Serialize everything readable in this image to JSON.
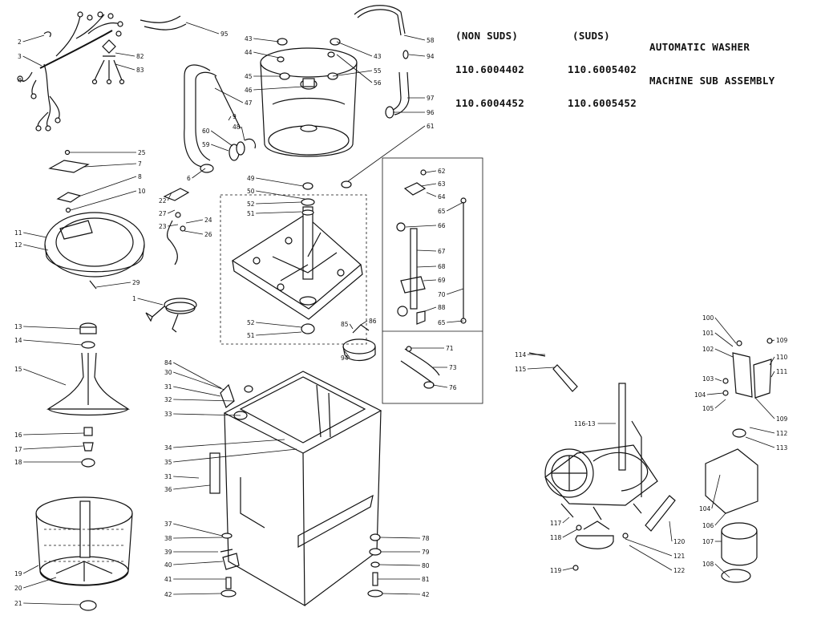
{
  "header": {
    "non_suds_label": "(NON SUDS)",
    "suds_label": "(SUDS)",
    "non_suds_model_1": "110.6004402",
    "non_suds_model_2": "110.6004452",
    "suds_model_1": "110.6005402",
    "suds_model_2": "110.6005452",
    "title_line_1": "AUTOMATIC WASHER",
    "title_line_2": "MACHINE SUB ASSEMBLY"
  },
  "callouts": [
    {
      "id": "c2",
      "label": "2"
    },
    {
      "id": "c3",
      "label": "3"
    },
    {
      "id": "c4",
      "label": "4"
    },
    {
      "id": "c95",
      "label": "95"
    },
    {
      "id": "c82a",
      "label": "82"
    },
    {
      "id": "c83a",
      "label": "83"
    },
    {
      "id": "c43a",
      "label": "43"
    },
    {
      "id": "c44",
      "label": "44"
    },
    {
      "id": "c45",
      "label": "45"
    },
    {
      "id": "c46",
      "label": "46"
    },
    {
      "id": "c47",
      "label": "47"
    },
    {
      "id": "c43b",
      "label": "43"
    },
    {
      "id": "c55",
      "label": "55"
    },
    {
      "id": "c56",
      "label": "56"
    },
    {
      "id": "c58",
      "label": "58"
    },
    {
      "id": "c94a",
      "label": "94"
    },
    {
      "id": "c97",
      "label": "97"
    },
    {
      "id": "c96",
      "label": "96"
    },
    {
      "id": "c61",
      "label": "61"
    },
    {
      "id": "c9",
      "label": "9"
    },
    {
      "id": "c48",
      "label": "48"
    },
    {
      "id": "c60",
      "label": "60"
    },
    {
      "id": "c59",
      "label": "59"
    },
    {
      "id": "c6",
      "label": "6"
    },
    {
      "id": "c25",
      "label": "25"
    },
    {
      "id": "c7",
      "label": "7"
    },
    {
      "id": "c8",
      "label": "8"
    },
    {
      "id": "c10",
      "label": "10"
    },
    {
      "id": "c22",
      "label": "22"
    },
    {
      "id": "c27",
      "label": "27"
    },
    {
      "id": "c23",
      "label": "23"
    },
    {
      "id": "c24",
      "label": "24"
    },
    {
      "id": "c26",
      "label": "26"
    },
    {
      "id": "c11",
      "label": "11"
    },
    {
      "id": "c12",
      "label": "12"
    },
    {
      "id": "c29",
      "label": "29"
    },
    {
      "id": "c1",
      "label": "1"
    },
    {
      "id": "c49",
      "label": "49"
    },
    {
      "id": "c50",
      "label": "50"
    },
    {
      "id": "c52a",
      "label": "52"
    },
    {
      "id": "c51a",
      "label": "51"
    },
    {
      "id": "c52b",
      "label": "52"
    },
    {
      "id": "c51b",
      "label": "51"
    },
    {
      "id": "c85",
      "label": "85"
    },
    {
      "id": "c86",
      "label": "86"
    },
    {
      "id": "c94b",
      "label": "94"
    },
    {
      "id": "c62",
      "label": "62"
    },
    {
      "id": "c63",
      "label": "63"
    },
    {
      "id": "c64",
      "label": "64"
    },
    {
      "id": "c65a",
      "label": "65"
    },
    {
      "id": "c66",
      "label": "66"
    },
    {
      "id": "c67",
      "label": "67"
    },
    {
      "id": "c68",
      "label": "68"
    },
    {
      "id": "c69",
      "label": "69"
    },
    {
      "id": "c70",
      "label": "70"
    },
    {
      "id": "c88",
      "label": "88"
    },
    {
      "id": "c65b",
      "label": "65"
    },
    {
      "id": "c71",
      "label": "71"
    },
    {
      "id": "c73",
      "label": "73"
    },
    {
      "id": "c76",
      "label": "76"
    },
    {
      "id": "c13",
      "label": "13"
    },
    {
      "id": "c14",
      "label": "14"
    },
    {
      "id": "c15",
      "label": "15"
    },
    {
      "id": "c16",
      "label": "16"
    },
    {
      "id": "c17",
      "label": "17"
    },
    {
      "id": "c18",
      "label": "18"
    },
    {
      "id": "c19",
      "label": "19"
    },
    {
      "id": "c20",
      "label": "20"
    },
    {
      "id": "c21",
      "label": "21"
    },
    {
      "id": "c84",
      "label": "84"
    },
    {
      "id": "c30",
      "label": "30"
    },
    {
      "id": "c31a",
      "label": "31"
    },
    {
      "id": "c32",
      "label": "32"
    },
    {
      "id": "c33",
      "label": "33"
    },
    {
      "id": "c34",
      "label": "34"
    },
    {
      "id": "c35",
      "label": "35"
    },
    {
      "id": "c31b",
      "label": "31"
    },
    {
      "id": "c36",
      "label": "36"
    },
    {
      "id": "c37",
      "label": "37"
    },
    {
      "id": "c38",
      "label": "38"
    },
    {
      "id": "c39",
      "label": "39"
    },
    {
      "id": "c40",
      "label": "40"
    },
    {
      "id": "c41",
      "label": "41"
    },
    {
      "id": "c42a",
      "label": "42"
    },
    {
      "id": "c78",
      "label": "78"
    },
    {
      "id": "c79",
      "label": "79"
    },
    {
      "id": "c80",
      "label": "80"
    },
    {
      "id": "c81",
      "label": "81"
    },
    {
      "id": "c42b",
      "label": "42"
    },
    {
      "id": "c114",
      "label": "114"
    },
    {
      "id": "c115",
      "label": "115"
    },
    {
      "id": "c116",
      "label": "116-13"
    },
    {
      "id": "c117",
      "label": "117"
    },
    {
      "id": "c118",
      "label": "118"
    },
    {
      "id": "c119",
      "label": "119"
    },
    {
      "id": "c120",
      "label": "120"
    },
    {
      "id": "c121",
      "label": "121"
    },
    {
      "id": "c122",
      "label": "122"
    },
    {
      "id": "c100",
      "label": "100"
    },
    {
      "id": "c101",
      "label": "101"
    },
    {
      "id": "c102",
      "label": "102"
    },
    {
      "id": "c109a",
      "label": "109"
    },
    {
      "id": "c110",
      "label": "110"
    },
    {
      "id": "c111",
      "label": "111"
    },
    {
      "id": "c103",
      "label": "103"
    },
    {
      "id": "c104a",
      "label": "104"
    },
    {
      "id": "c105",
      "label": "105"
    },
    {
      "id": "c109b",
      "label": "109"
    },
    {
      "id": "c112",
      "label": "112"
    },
    {
      "id": "c113",
      "label": "113"
    },
    {
      "id": "c104b",
      "label": "104"
    },
    {
      "id": "c106",
      "label": "106"
    },
    {
      "id": "c107",
      "label": "107"
    },
    {
      "id": "c108",
      "label": "108"
    }
  ]
}
